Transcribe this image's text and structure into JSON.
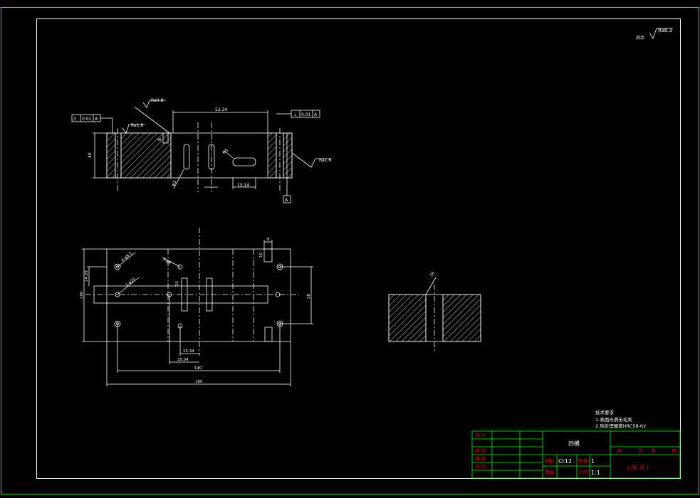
{
  "colors": {
    "background": "#000000",
    "border": "#00ff00",
    "geometry": "#ffffff"
  },
  "roughness": {
    "general_prefix": "其余",
    "general": "Ra6.3",
    "top_a": "Ra0.8",
    "top_b": "Ra1.6",
    "right": "Ra1.6"
  },
  "tolerances": {
    "parallel_value": "0.01",
    "parallel_datum": "A",
    "perpendicular_value": "0.01",
    "perpendicular_datum": "A",
    "datum_label": "A"
  },
  "front_view_dims": {
    "top_width": "52.34",
    "height": "40",
    "slot_dim": "15.14",
    "dia_a": "φ3",
    "dia_b": "φ5",
    "dia_c": "R5",
    "small": "8"
  },
  "plan_view_dims": {
    "hole_note_a": "4-φ8.5",
    "hole_note_b": "2-φ10",
    "hole_note_c": "3-φ6",
    "left_height": "100",
    "right_height": "58",
    "left_small": "14.29",
    "top_small": "8",
    "top_small_b": "10",
    "small_v": "12",
    "d_15": "15.34",
    "d_25": "25.34",
    "d_140": "140",
    "d_160": "160"
  },
  "section_view_dims": {
    "leader": "26"
  },
  "technical_requirements": {
    "title": "技术要求",
    "line1": "1.表面光滑无毛刺",
    "line2": "2.热处理硬度HRC58-62"
  },
  "title_block": {
    "row_labels": [
      "设 计",
      "校 对",
      "审 核",
      "评 阅"
    ],
    "part_name": "凹模",
    "material_label": "材料",
    "material_value": "Cr12",
    "quantity_label": "数量",
    "quantity_value": "1",
    "weight_label": "重量",
    "scale_label": "比例",
    "scale_value": "1:1",
    "sheet_total_prefix": "共",
    "sheet_unit_a": "页",
    "sheet_index_prefix": "第",
    "sheet_unit_b": "页",
    "drawing_no": "( 图 号 )"
  }
}
